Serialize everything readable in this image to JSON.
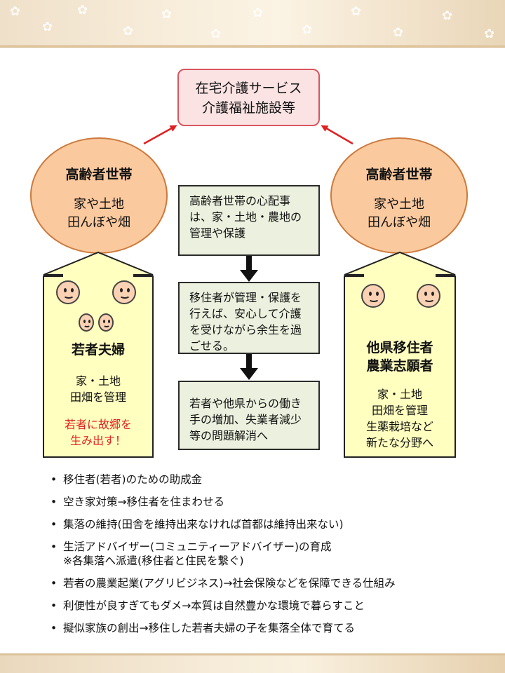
{
  "service_box": {
    "line1": "在宅介護サービス",
    "line2": "介護福祉施設等"
  },
  "left_circle": {
    "title": "高齢者世帯",
    "line1": "家や土地",
    "line2": "田んぼや畑"
  },
  "right_circle": {
    "title": "高齢者世帯",
    "line1": "家や土地",
    "line2": "田んぼや畑"
  },
  "flow": [
    {
      "text": "高齢者世帯の心配事は、家・土地・農地の管理や保護"
    },
    {
      "text": "移住者が管理・保護を行えば、安心して介護を受けながら余生を過ごせる。"
    },
    {
      "text": "若者や他県からの働き手の増加、失業者減少等の問題解消へ"
    }
  ],
  "left_panel": {
    "title": "若者夫婦",
    "line1": "家・土地",
    "line2": "田畑を管理",
    "slogan1": "若者に故郷を",
    "slogan2": "生み出す！"
  },
  "right_panel": {
    "title1": "他県移住者",
    "title2": "農業志願者",
    "line1": "家・土地",
    "line2": "田畑を管理",
    "line3": "生薬栽培など",
    "line4": "新たな分野へ"
  },
  "bullets": [
    "移住者(若者)のための助成金",
    "空き家対策→移住者を住まわせる",
    "集落の維持(田舎を維持出来なければ首都は維持出来ない)",
    "生活アドバイザー(コミュニティーアドバイザー)の育成",
    "若者の農業起業(アグリビジネス)→社会保険などを保障できる仕組み",
    "利便性が良すぎてもダメ→本質は自然豊かな環境で暮らすこと",
    "擬似家族の創出→移住した若者夫婦の子を集落全体で育てる"
  ],
  "bullet_sub": "※各集落へ派遣(移住者と住民を繋ぐ)",
  "colors": {
    "service_fill": "#fbe3e3",
    "service_border": "#d8555f",
    "circle_fill": "#fbc99e",
    "green_fill": "#ebf1de",
    "panel_fill": "#ffffc0",
    "accent_red": "#e02020"
  }
}
